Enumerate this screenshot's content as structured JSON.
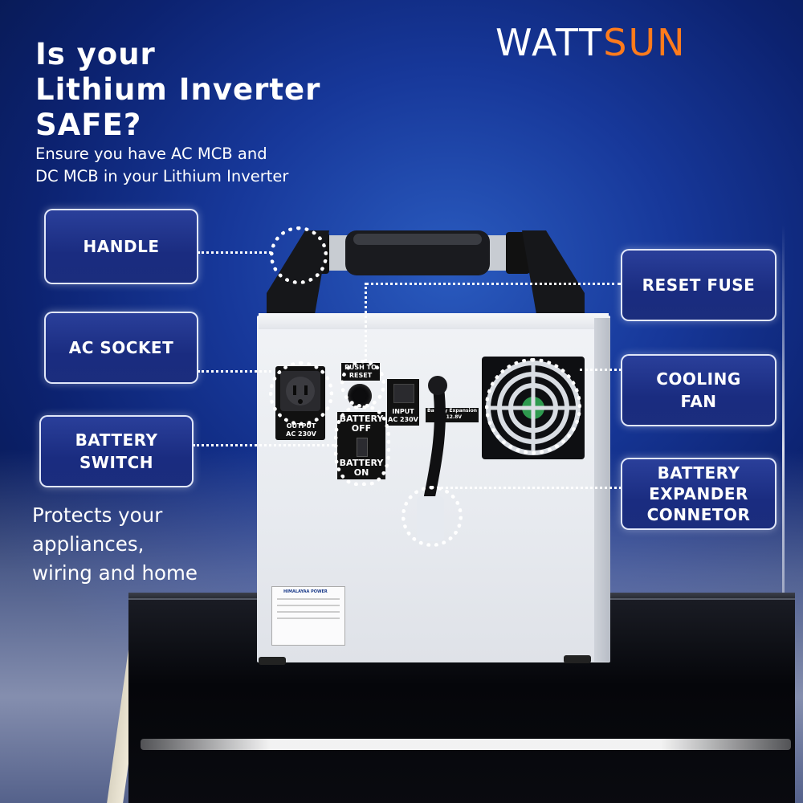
{
  "headline": {
    "line1": "Is your",
    "line2": "Lithium Inverter",
    "line3": "SAFE?"
  },
  "subline": {
    "line1": "Ensure you have AC MCB and",
    "line2": "DC MCB in your Lithium Inverter"
  },
  "logo": {
    "part1": "WATT",
    "part2": "SUN",
    "color_part1": "#ffffff",
    "color_part2": "#ff7b1c"
  },
  "callouts": {
    "handle": "HANDLE",
    "ac_socket": "AC SOCKET",
    "battery_switch": "BATTERY\nSWITCH",
    "reset_fuse": "RESET FUSE",
    "cooling_fan": "COOLING\nFAN",
    "battery_expander": "BATTERY\nEXPANDER\nCONNETOR"
  },
  "protects": {
    "line1": "Protects your",
    "line2": "appliances,",
    "line3": "wiring and home"
  },
  "device_labels": {
    "push_to_reset": "PUSH TO\nRESET",
    "output": "OUTPUT\nAC 230V",
    "input": "INPUT\nAC 230V",
    "battery_off": "BATTERY\nOFF",
    "battery_on": "BATTERY\nON",
    "battery_expansion": "Battery Expansion\n- 12.8V",
    "brand_plate": "HIMALAYAA POWER"
  },
  "colors": {
    "accent": "#ff7b1c",
    "background": "#17389a"
  }
}
